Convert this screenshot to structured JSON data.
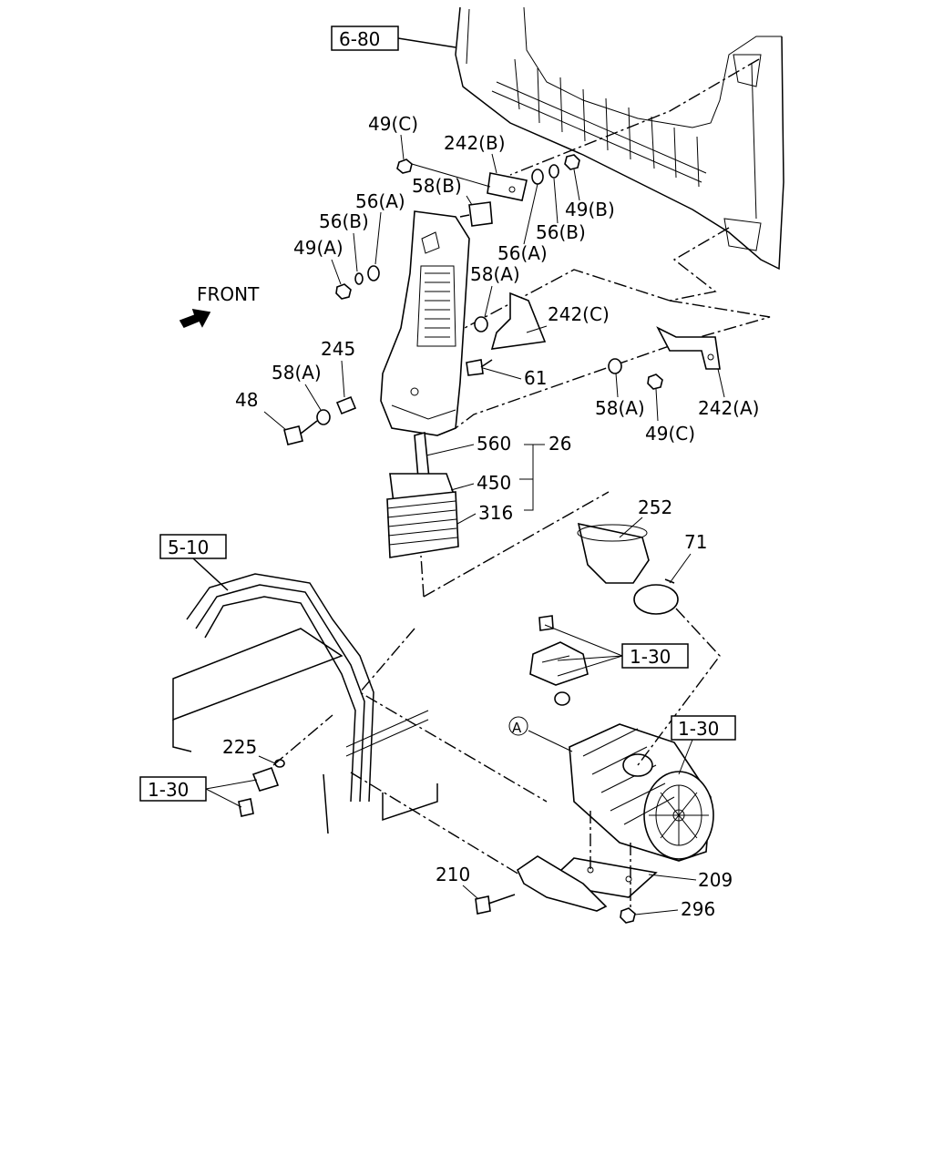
{
  "labels": {
    "ref_6_80": "6-80",
    "ref_5_10": "5-10",
    "ref_1_30_a": "1-30",
    "ref_1_30_b": "1-30",
    "ref_1_30_c": "1-30",
    "front": "FRONT",
    "p49c_top": "49(C)",
    "p242b": "242(B)",
    "p58b": "58(B)",
    "p56a_left": "56(A)",
    "p56b_left": "56(B)",
    "p49a": "49(A)",
    "p49b": "49(B)",
    "p56b_right": "56(B)",
    "p56a_right": "56(A)",
    "p58a_mid": "58(A)",
    "p242c": "242(C)",
    "p245": "245",
    "p58a_left": "58(A)",
    "p48": "48",
    "p61": "61",
    "p58a_right": "58(A)",
    "p242a": "242(A)",
    "p49c_bottom": "49(C)",
    "p560": "560",
    "p26": "26",
    "p450": "450",
    "p316": "316",
    "p252": "252",
    "p71": "71",
    "circle_a": "A",
    "p225": "225",
    "p210": "210",
    "p209": "209",
    "p296": "296"
  }
}
